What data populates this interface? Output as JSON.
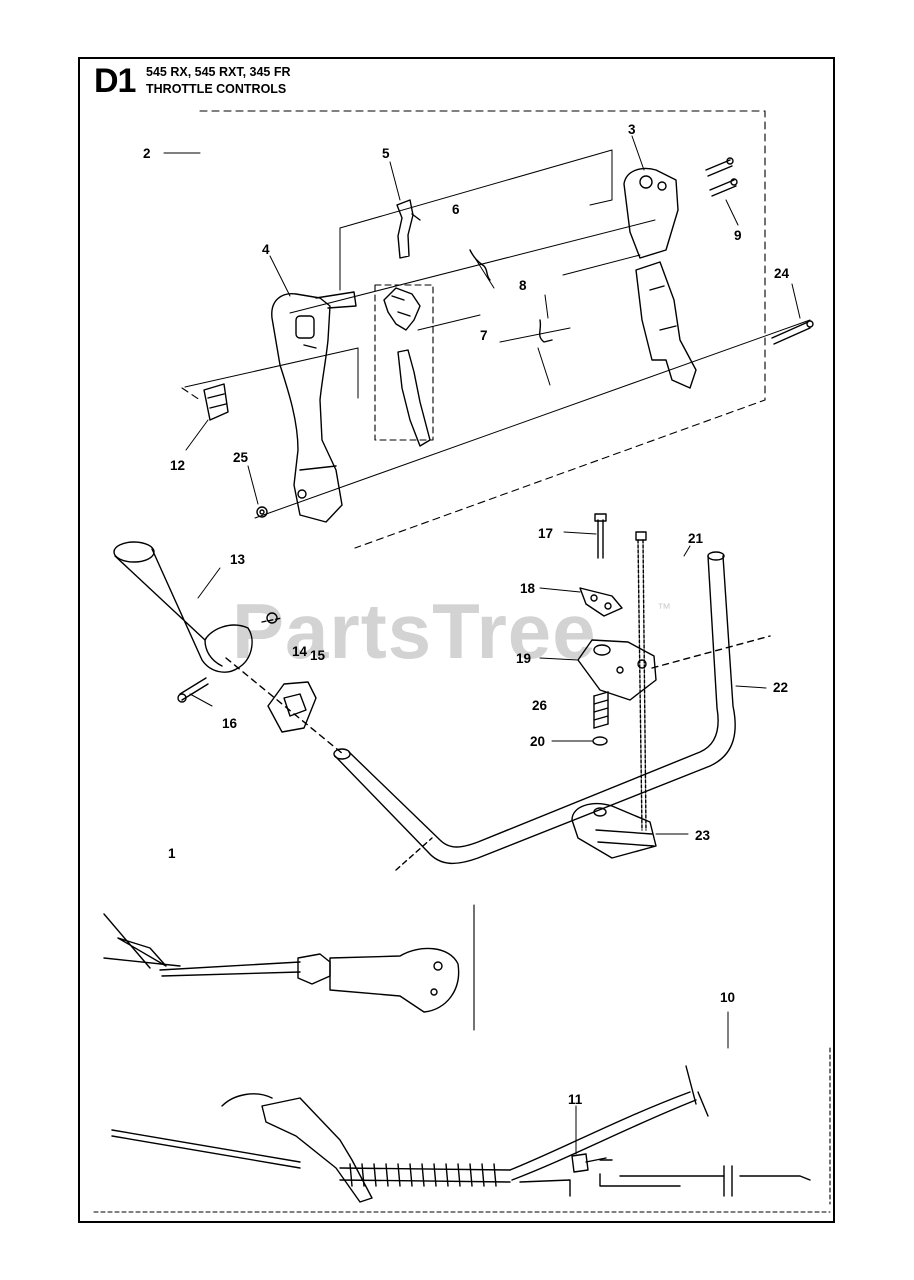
{
  "header": {
    "code": "D1",
    "models": "545 RX, 545 RXT, 345 FR",
    "title": "THROTTLE CONTROLS"
  },
  "watermark": {
    "text": "PartsTree",
    "mark": "™"
  },
  "callouts": [
    "1",
    "2",
    "3",
    "4",
    "5",
    "6",
    "7",
    "8",
    "9",
    "10",
    "11",
    "12",
    "13",
    "14",
    "15",
    "16",
    "17",
    "18",
    "19",
    "20",
    "21",
    "22",
    "23",
    "24",
    "25",
    "26"
  ],
  "colors": {
    "line": "#000000",
    "watermark": "#d3d3d3",
    "background": "#ffffff"
  }
}
